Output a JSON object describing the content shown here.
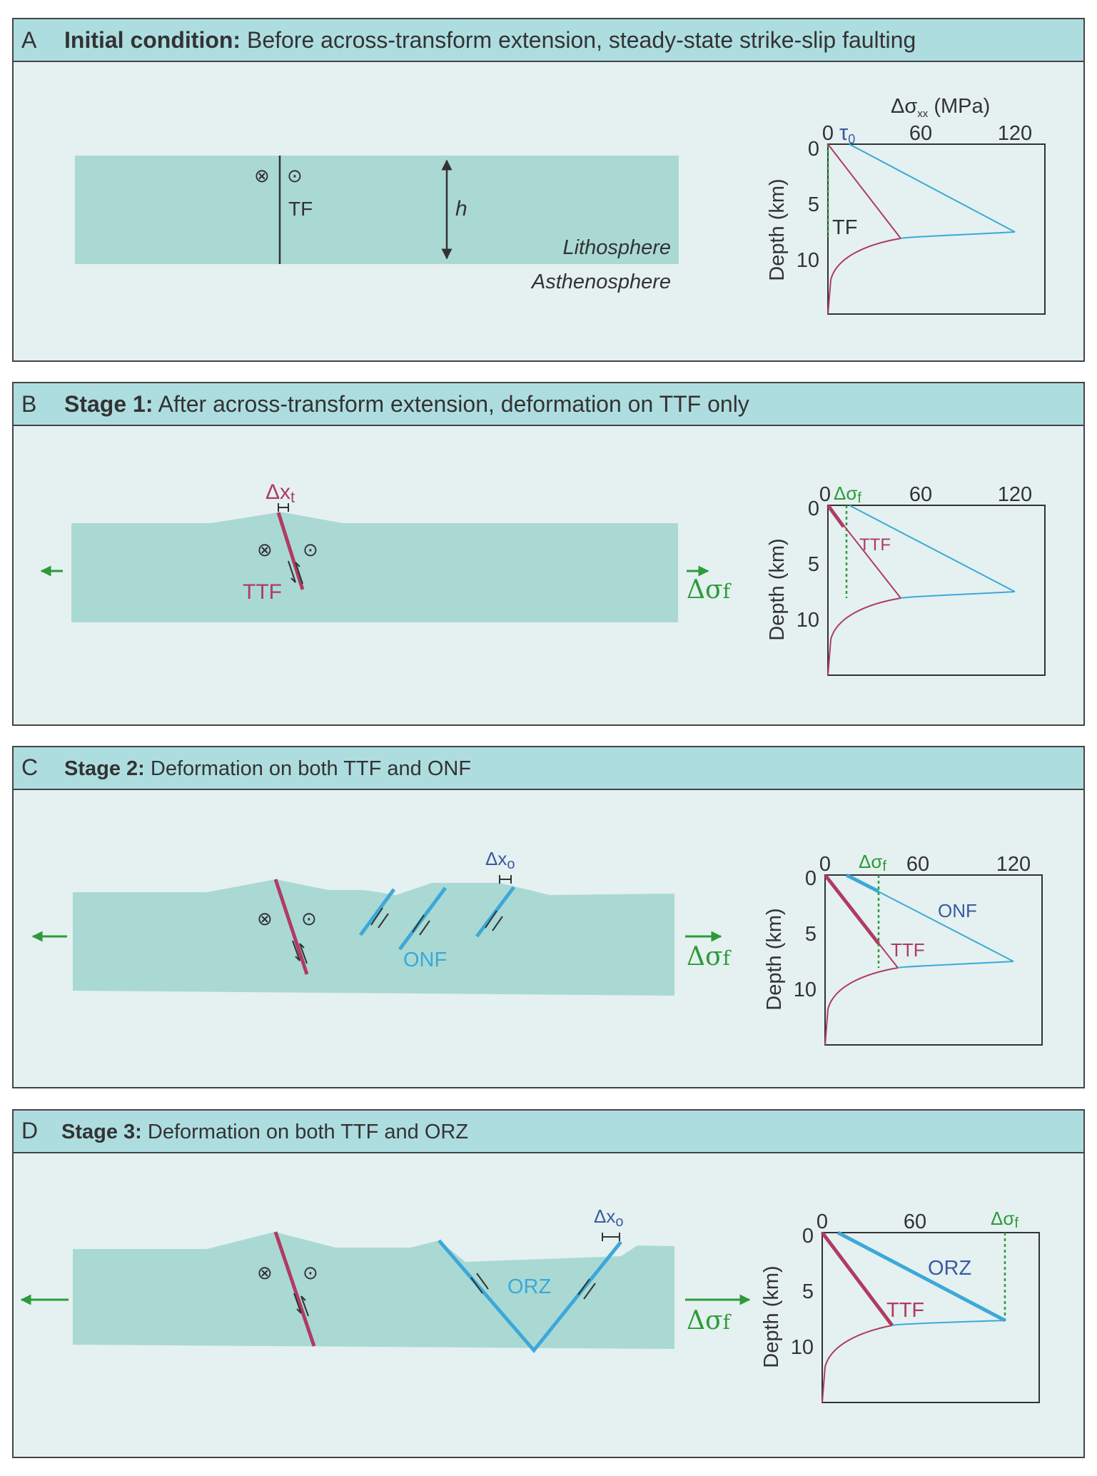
{
  "colors": {
    "panel_bg": "#e4f1f0",
    "header_bg": "#aedde0",
    "slab": "#aad9d4",
    "ttf": "#b03b63",
    "onf": "#3da8d8",
    "green": "#2e9a3b",
    "tau_blue": "#3a5aa0",
    "text": "#333333"
  },
  "panels": [
    {
      "letter": "A",
      "title_bold": "Initial condition:",
      "title_rest": " Before across-transform extension, steady-state strike-slip faulting",
      "labels": {
        "fault": "TF",
        "h": "h",
        "lithosphere": "Lithosphere",
        "asthenosphere": "Asthenosphere",
        "into_symbol": "⊗",
        "out_symbol": "⊙"
      },
      "plot": {
        "top_label": "Δσ",
        "top_sub": "xx",
        "top_unit": " (MPa)",
        "ylabel": "Depth (km)",
        "x_ticks": [
          "0",
          "60",
          "120"
        ],
        "y_ticks": [
          "0",
          "5",
          "10"
        ],
        "tau_label": "τ",
        "tau_sub": "0",
        "fault_label": "TF"
      }
    },
    {
      "letter": "B",
      "title_bold": "Stage 1:",
      "title_rest": " After across-transform extension, deformation on TTF only",
      "labels": {
        "fault": "TTF",
        "dx_symbol": "Δx",
        "dx_sub": "t",
        "dsigma": "Δσ",
        "dsigma_sub": "f",
        "into_symbol": "⊗",
        "out_symbol": "⊙"
      },
      "plot": {
        "ylabel": "Depth (km)",
        "x_ticks": [
          "0",
          "60",
          "120"
        ],
        "y_ticks": [
          "0",
          "5",
          "10"
        ],
        "dsigma": "Δσ",
        "dsigma_sub": "f",
        "ttf_label": "TTF"
      }
    },
    {
      "letter": "C",
      "title_bold": "Stage 2:",
      "title_rest": "  Deformation on both TTF and ONF",
      "labels": {
        "onf": "ONF",
        "dx_symbol": "Δx",
        "dx_sub": "o",
        "dsigma": "Δσ",
        "dsigma_sub": "f",
        "into_symbol": "⊗",
        "out_symbol": "⊙"
      },
      "plot": {
        "ylabel": "Depth (km)",
        "x_ticks": [
          "0",
          "60",
          "120"
        ],
        "y_ticks": [
          "0",
          "5",
          "10"
        ],
        "dsigma": "Δσ",
        "dsigma_sub": "f",
        "onf_label": "ONF",
        "ttf_label": "TTF"
      }
    },
    {
      "letter": "D",
      "title_bold": "Stage 3:",
      "title_rest": "  Deformation on both TTF and ORZ",
      "labels": {
        "orz": "ORZ",
        "dx_symbol": "Δx",
        "dx_sub": "o",
        "dsigma": "Δσ",
        "dsigma_sub": "f",
        "into_symbol": "⊗",
        "out_symbol": "⊙"
      },
      "plot": {
        "ylabel": "Depth (km)",
        "x_ticks": [
          "0",
          "60"
        ],
        "y_ticks": [
          "0",
          "5",
          "10"
        ],
        "dsigma": "Δσ",
        "dsigma_sub": "f",
        "orz_label": "ORZ",
        "ttf_label": "TTF"
      }
    }
  ]
}
